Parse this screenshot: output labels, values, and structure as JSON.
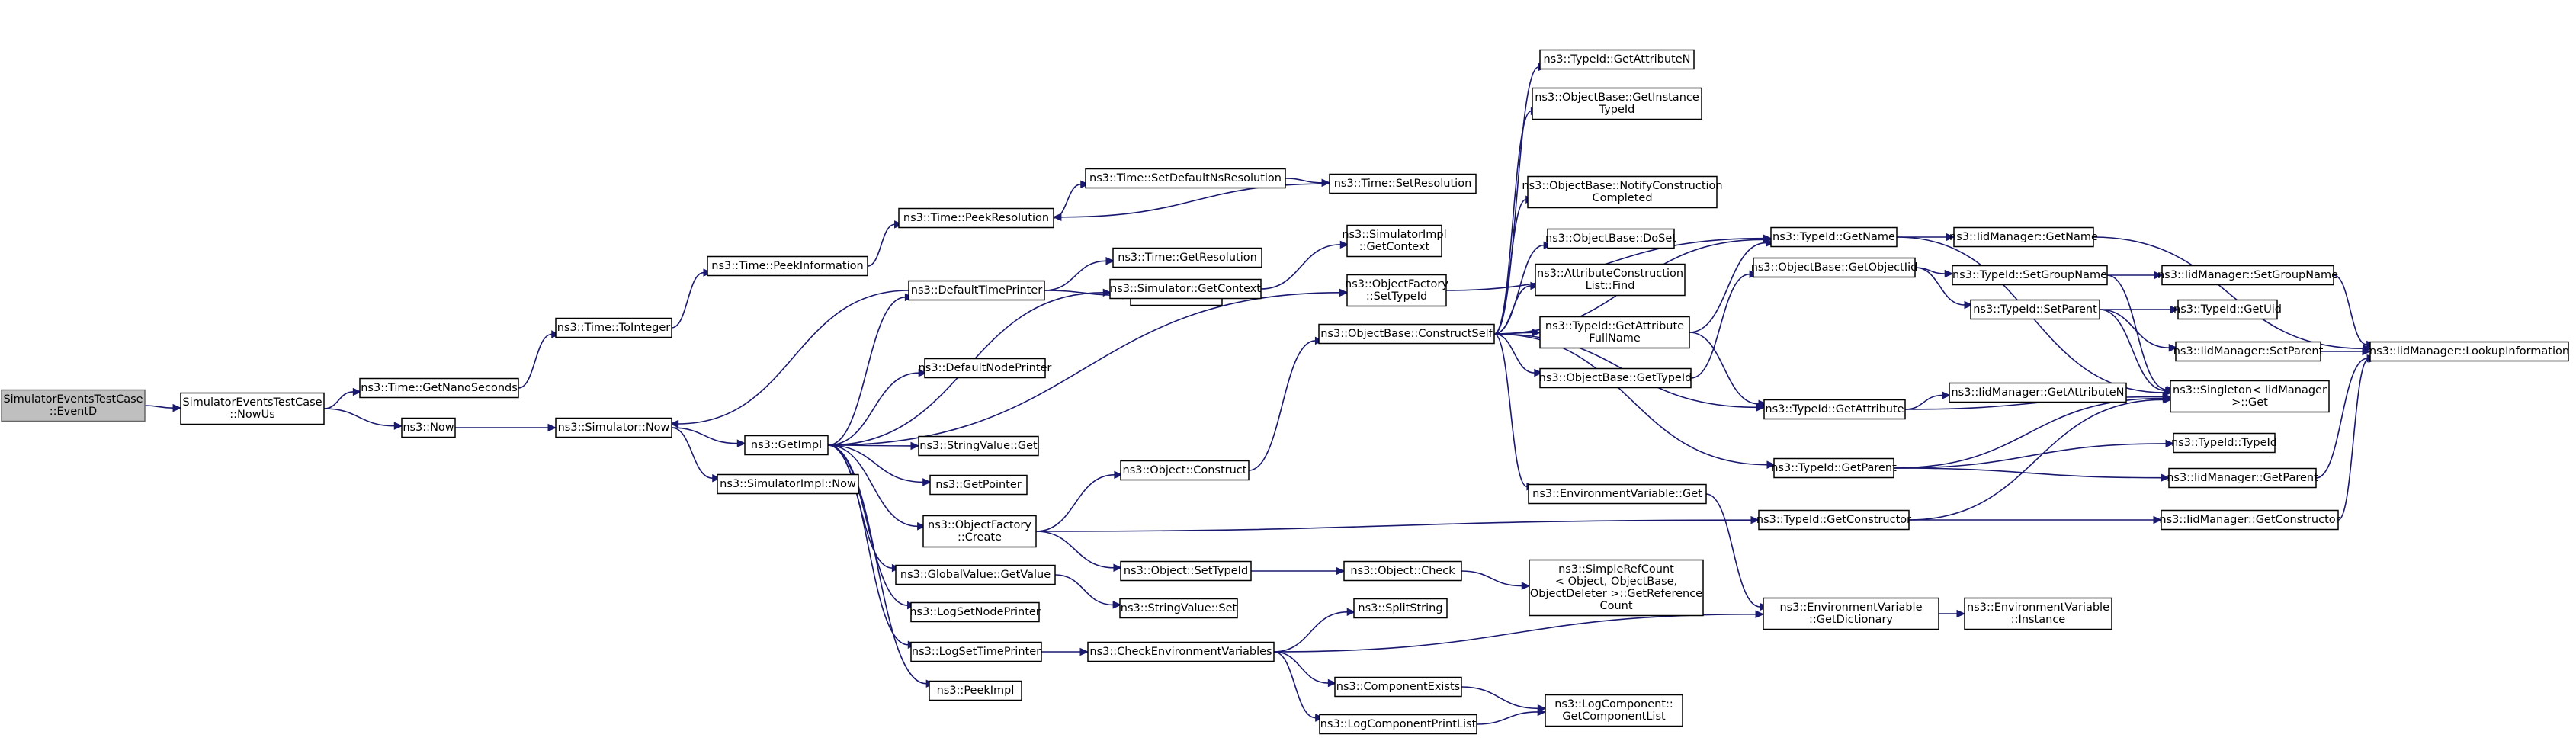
{
  "graph": {
    "type": "call-graph",
    "colors": {
      "edge": "#191970",
      "root_fill": "#bfbfbf",
      "node_fill": "#ffffff",
      "node_border": "#000000"
    },
    "nodes": [
      {
        "id": "root",
        "lines": [
          "SimulatorEventsTestCase",
          "::EventD"
        ],
        "root": true
      },
      {
        "id": "nowus",
        "lines": [
          "SimulatorEventsTestCase",
          "::NowUs"
        ]
      },
      {
        "id": "getnano",
        "lines": [
          "ns3::Time::GetNanoSeconds"
        ]
      },
      {
        "id": "now",
        "lines": [
          "ns3::Now"
        ]
      },
      {
        "id": "tointeger",
        "lines": [
          "ns3::Time::ToInteger"
        ]
      },
      {
        "id": "simnow",
        "lines": [
          "ns3::Simulator::Now"
        ]
      },
      {
        "id": "peekinfo",
        "lines": [
          "ns3::Time::PeekInformation"
        ]
      },
      {
        "id": "getimpl",
        "lines": [
          "ns3::GetImpl"
        ]
      },
      {
        "id": "simimplnow",
        "lines": [
          "ns3::SimulatorImpl::Now"
        ]
      },
      {
        "id": "peekres",
        "lines": [
          "ns3::Time::PeekResolution"
        ]
      },
      {
        "id": "defaulttime",
        "lines": [
          "ns3::DefaultTimePrinter"
        ]
      },
      {
        "id": "defaultnode",
        "lines": [
          "ns3::DefaultNodePrinter"
        ]
      },
      {
        "id": "stringget",
        "lines": [
          "ns3::StringValue::Get"
        ]
      },
      {
        "id": "getpointer",
        "lines": [
          "ns3::GetPointer"
        ]
      },
      {
        "id": "objfactcreate",
        "lines": [
          "ns3::ObjectFactory",
          "::Create"
        ]
      },
      {
        "id": "globalget",
        "lines": [
          "ns3::GlobalValue::GetValue"
        ]
      },
      {
        "id": "logsetnode",
        "lines": [
          "ns3::LogSetNodePrinter"
        ]
      },
      {
        "id": "logsettime",
        "lines": [
          "ns3::LogSetTimePrinter"
        ]
      },
      {
        "id": "peekimpl",
        "lines": [
          "ns3::PeekImpl"
        ]
      },
      {
        "id": "setdefns",
        "lines": [
          "ns3::Time::SetDefaultNsResolution"
        ]
      },
      {
        "id": "getres",
        "lines": [
          "ns3::Time::GetResolution"
        ]
      },
      {
        "id": "timeas",
        "lines": [
          "ns3::Time::As"
        ]
      },
      {
        "id": "simgetctx",
        "lines": [
          "ns3::Simulator::GetContext"
        ]
      },
      {
        "id": "objconstruct",
        "lines": [
          "ns3::Object::Construct"
        ]
      },
      {
        "id": "objsettypeid",
        "lines": [
          "ns3::Object::SetTypeId"
        ]
      },
      {
        "id": "stringset",
        "lines": [
          "ns3::StringValue::Set"
        ]
      },
      {
        "id": "checkenv",
        "lines": [
          "ns3::CheckEnvironmentVariables"
        ]
      },
      {
        "id": "setres",
        "lines": [
          "ns3::Time::SetResolution"
        ]
      },
      {
        "id": "simimplgetctx",
        "lines": [
          "ns3::SimulatorImpl",
          "::GetContext"
        ]
      },
      {
        "id": "objfactsettype",
        "lines": [
          "ns3::ObjectFactory",
          "::SetTypeId"
        ]
      },
      {
        "id": "objbaseconstruct",
        "lines": [
          "ns3::ObjectBase::ConstructSelf"
        ]
      },
      {
        "id": "objcheck",
        "lines": [
          "ns3::Object::Check"
        ]
      },
      {
        "id": "splitstring",
        "lines": [
          "ns3::SplitString"
        ]
      },
      {
        "id": "compexists",
        "lines": [
          "ns3::ComponentExists"
        ]
      },
      {
        "id": "logcompprint",
        "lines": [
          "ns3::LogComponentPrintList"
        ]
      },
      {
        "id": "typeidgetattrn",
        "lines": [
          "ns3::TypeId::GetAttributeN"
        ]
      },
      {
        "id": "objbasegetinst",
        "lines": [
          "ns3::ObjectBase::GetInstance",
          "TypeId"
        ]
      },
      {
        "id": "objbasenotify",
        "lines": [
          "ns3::ObjectBase::NotifyConstruction",
          "Completed"
        ]
      },
      {
        "id": "objbasedoset",
        "lines": [
          "ns3::ObjectBase::DoSet"
        ]
      },
      {
        "id": "attrconstfind",
        "lines": [
          "ns3::AttributeConstruction",
          "List::Find"
        ]
      },
      {
        "id": "typeidgetattrfull",
        "lines": [
          "ns3::TypeId::GetAttribute",
          "FullName"
        ]
      },
      {
        "id": "objbasegettypeid",
        "lines": [
          "ns3::ObjectBase::GetTypeId"
        ]
      },
      {
        "id": "envget",
        "lines": [
          "ns3::EnvironmentVariable::Get"
        ]
      },
      {
        "id": "simplerefcount",
        "lines": [
          "ns3::SimpleRefCount",
          "< Object, ObjectBase,",
          "ObjectDeleter >::GetReference",
          "Count"
        ]
      },
      {
        "id": "logcompgetlist",
        "lines": [
          "ns3::LogComponent::",
          "GetComponentList"
        ]
      },
      {
        "id": "typeidgetname",
        "lines": [
          "ns3::TypeId::GetName"
        ]
      },
      {
        "id": "objbasegetobjtid",
        "lines": [
          "ns3::ObjectBase::GetObjectIid"
        ]
      },
      {
        "id": "typeidgetattr",
        "lines": [
          "ns3::TypeId::GetAttribute"
        ]
      },
      {
        "id": "typeidgetparent",
        "lines": [
          "ns3::TypeId::GetParent"
        ]
      },
      {
        "id": "typeidgetctor",
        "lines": [
          "ns3::TypeId::GetConstructor"
        ]
      },
      {
        "id": "envgetdict",
        "lines": [
          "ns3::EnvironmentVariable",
          "::GetDictionary"
        ]
      },
      {
        "id": "iidgetname",
        "lines": [
          "ns3::IidManager::GetName"
        ]
      },
      {
        "id": "typeidsetgroup",
        "lines": [
          "ns3::TypeId::SetGroupName"
        ]
      },
      {
        "id": "typeidsetparent",
        "lines": [
          "ns3::TypeId::SetParent"
        ]
      },
      {
        "id": "iidgetattrn",
        "lines": [
          "ns3::IidManager::GetAttributeN"
        ]
      },
      {
        "id": "envinstance",
        "lines": [
          "ns3::EnvironmentVariable",
          "::Instance"
        ]
      },
      {
        "id": "singletonget",
        "lines": [
          "ns3::Singleton< IidManager",
          " >::Get"
        ]
      },
      {
        "id": "iidsetgroup",
        "lines": [
          "ns3::IidManager::SetGroupName"
        ]
      },
      {
        "id": "typeidgetuid",
        "lines": [
          "ns3::TypeId::GetUid"
        ]
      },
      {
        "id": "iidsetparent",
        "lines": [
          "ns3::IidManager::SetParent"
        ]
      },
      {
        "id": "typeidtypeid",
        "lines": [
          "ns3::TypeId::TypeId"
        ]
      },
      {
        "id": "iidgetparent",
        "lines": [
          "ns3::IidManager::GetParent"
        ]
      },
      {
        "id": "iidgetctor",
        "lines": [
          "ns3::IidManager::GetConstructor"
        ]
      },
      {
        "id": "iidlookup",
        "lines": [
          "ns3::IidManager::LookupInformation"
        ]
      }
    ],
    "edges": [
      [
        "root",
        "nowus"
      ],
      [
        "nowus",
        "getnano"
      ],
      [
        "nowus",
        "now"
      ],
      [
        "getnano",
        "tointeger"
      ],
      [
        "now",
        "simnow"
      ],
      [
        "tointeger",
        "peekinfo"
      ],
      [
        "peekinfo",
        "peekres"
      ],
      [
        "peekres",
        "setdefns"
      ],
      [
        "setdefns",
        "setres"
      ],
      [
        "setres",
        "peekres"
      ],
      [
        "simnow",
        "getimpl"
      ],
      [
        "simnow",
        "simimplnow"
      ],
      [
        "getimpl",
        "defaulttime"
      ],
      [
        "getimpl",
        "simgetctx"
      ],
      [
        "getimpl",
        "defaultnode"
      ],
      [
        "getimpl",
        "objfactsettype"
      ],
      [
        "getimpl",
        "stringget"
      ],
      [
        "getimpl",
        "getpointer"
      ],
      [
        "getimpl",
        "objfactcreate"
      ],
      [
        "getimpl",
        "globalget"
      ],
      [
        "getimpl",
        "logsetnode"
      ],
      [
        "getimpl",
        "logsettime"
      ],
      [
        "getimpl",
        "peekimpl"
      ],
      [
        "defaulttime",
        "simnow"
      ],
      [
        "defaulttime",
        "getres"
      ],
      [
        "defaulttime",
        "timeas"
      ],
      [
        "simgetctx",
        "simimplgetctx"
      ],
      [
        "objfactsettype",
        "typeidgetname"
      ],
      [
        "objfactcreate",
        "objconstruct"
      ],
      [
        "objfactcreate",
        "objsettypeid"
      ],
      [
        "objfactcreate",
        "typeidgetctor"
      ],
      [
        "objconstruct",
        "objbaseconstruct"
      ],
      [
        "objsettypeid",
        "objcheck"
      ],
      [
        "objcheck",
        "simplerefcount"
      ],
      [
        "globalget",
        "stringset"
      ],
      [
        "logsettime",
        "checkenv"
      ],
      [
        "checkenv",
        "splitstring"
      ],
      [
        "checkenv",
        "envgetdict"
      ],
      [
        "checkenv",
        "compexists"
      ],
      [
        "checkenv",
        "logcompprint"
      ],
      [
        "compexists",
        "logcompgetlist"
      ],
      [
        "logcompprint",
        "logcompgetlist"
      ],
      [
        "objbaseconstruct",
        "typeidgetattrn"
      ],
      [
        "objbaseconstruct",
        "objbasegetinst"
      ],
      [
        "objbaseconstruct",
        "objbasenotify"
      ],
      [
        "objbaseconstruct",
        "objbasedoset"
      ],
      [
        "objbaseconstruct",
        "attrconstfind"
      ],
      [
        "objbaseconstruct",
        "typeidgetattrfull"
      ],
      [
        "objbaseconstruct",
        "objbasegettypeid"
      ],
      [
        "objbaseconstruct",
        "envget"
      ],
      [
        "objbaseconstruct",
        "typeidgetname"
      ],
      [
        "objbaseconstruct",
        "typeidgetattr"
      ],
      [
        "objbaseconstruct",
        "typeidgetparent"
      ],
      [
        "typeidgetattrfull",
        "typeidgetname"
      ],
      [
        "typeidgetattrfull",
        "typeidgetattr"
      ],
      [
        "objbasegettypeid",
        "objbasegetobjtid"
      ],
      [
        "objbasegetobjtid",
        "typeidsetgroup"
      ],
      [
        "objbasegetobjtid",
        "typeidsetparent"
      ],
      [
        "envget",
        "envgetdict"
      ],
      [
        "envgetdict",
        "envinstance"
      ],
      [
        "typeidgetname",
        "iidgetname"
      ],
      [
        "typeidgetname",
        "singletonget"
      ],
      [
        "iidgetname",
        "iidlookup"
      ],
      [
        "typeidsetgroup",
        "iidsetgroup"
      ],
      [
        "typeidsetgroup",
        "singletonget"
      ],
      [
        "iidsetgroup",
        "iidlookup"
      ],
      [
        "typeidsetparent",
        "typeidgetuid"
      ],
      [
        "typeidsetparent",
        "iidsetparent"
      ],
      [
        "typeidsetparent",
        "singletonget"
      ],
      [
        "iidsetparent",
        "iidlookup"
      ],
      [
        "typeidgetattr",
        "iidgetattrn"
      ],
      [
        "typeidgetattr",
        "singletonget"
      ],
      [
        "typeidgetparent",
        "typeidtypeid"
      ],
      [
        "typeidgetparent",
        "iidgetparent"
      ],
      [
        "typeidgetparent",
        "singletonget"
      ],
      [
        "iidgetparent",
        "iidlookup"
      ],
      [
        "typeidgetctor",
        "iidgetctor"
      ],
      [
        "typeidgetctor",
        "singletonget"
      ],
      [
        "iidgetctor",
        "iidlookup"
      ]
    ]
  }
}
